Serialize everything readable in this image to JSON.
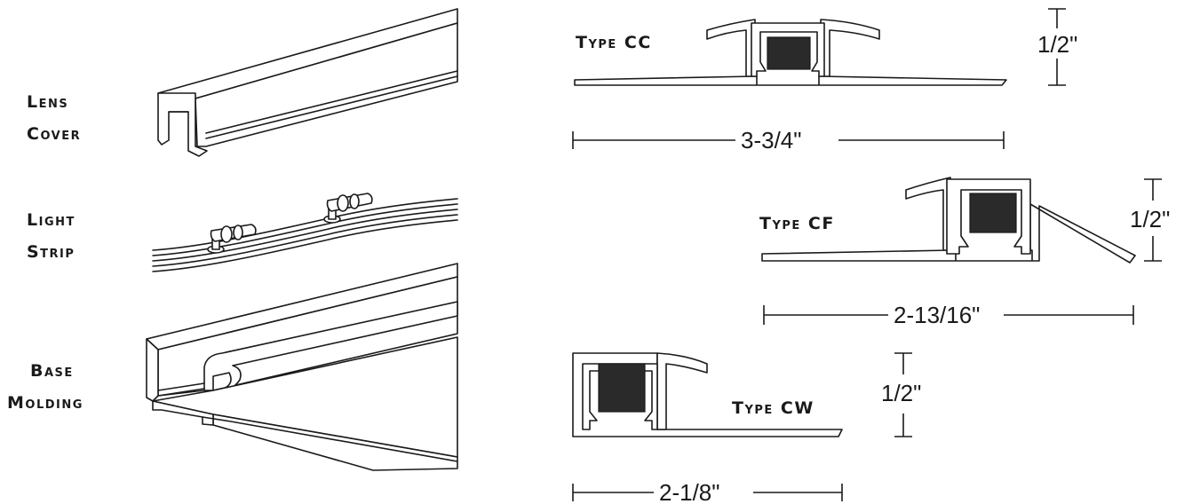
{
  "parts": {
    "lens_cover": {
      "line1": "Lens",
      "line2": "Cover"
    },
    "light_strip": {
      "line1": "Light",
      "line2": "Strip"
    },
    "base_molding": {
      "line1": "Base",
      "line2": "Molding"
    }
  },
  "profiles": {
    "type_cc": {
      "label": "Type CC",
      "height": "1/2\"",
      "width": "3-3/4\""
    },
    "type_cf": {
      "label": "Type CF",
      "height": "1/2\"",
      "width": "2-13/16\""
    },
    "type_cw": {
      "label": "Type CW",
      "height": "1/2\"",
      "width": "2-1/8\""
    }
  }
}
